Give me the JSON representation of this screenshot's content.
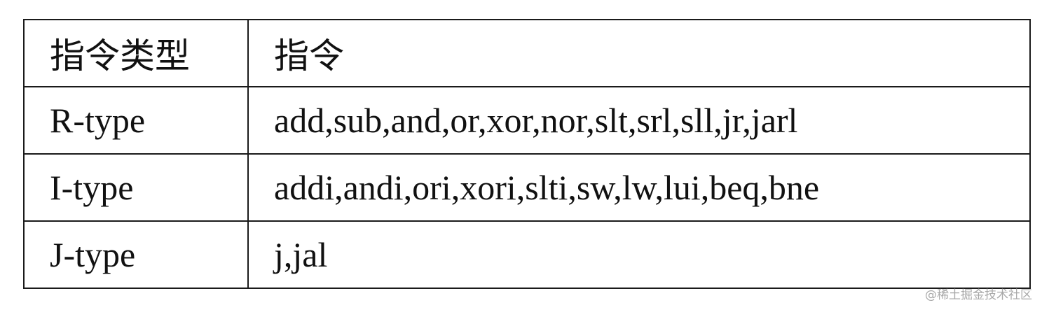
{
  "table": {
    "headers": [
      "指令类型",
      "指令"
    ],
    "rows": [
      [
        "R-type",
        "add,sub,and,or,xor,nor,slt,srl,sll,jr,jarl"
      ],
      [
        "I-type",
        "addi,andi,ori,xori,slti,sw,lw,lui,beq,bne"
      ],
      [
        "J-type",
        "j,jal"
      ]
    ]
  },
  "watermark": "@稀土掘金技术社区"
}
